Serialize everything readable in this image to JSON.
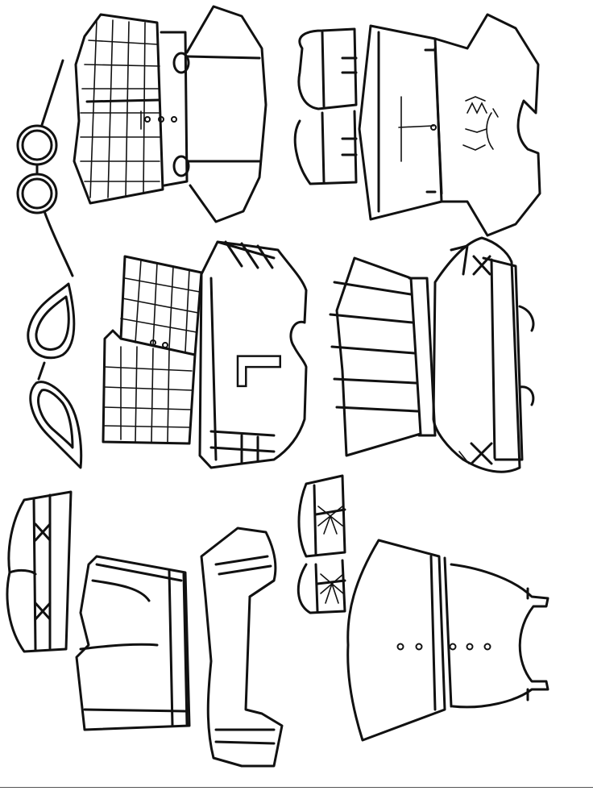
{
  "page": {
    "background": "#ffffff",
    "ink_color": "#111111"
  },
  "garments": [
    {
      "id": "glasses-round",
      "icon": "round-glasses-icon"
    },
    {
      "id": "plaid-dress",
      "icon": "plaid-dress-icon"
    },
    {
      "id": "kitty-tshirt",
      "icon": "cat-face-tshirt-icon"
    },
    {
      "id": "striped-socks",
      "icon": "ankle-socks-icon"
    },
    {
      "id": "glasses-cat-eye",
      "icon": "cat-eye-glasses-icon"
    },
    {
      "id": "plaid-skirt",
      "icon": "plaid-skirt-icon"
    },
    {
      "id": "letter-sweater",
      "icon": "letter-sweater-icon"
    },
    {
      "id": "pleated-skirt",
      "icon": "pleated-skirt-icon"
    },
    {
      "id": "knit-hat-cross",
      "icon": "knit-hat-icon"
    },
    {
      "id": "lace-socks",
      "icon": "lace-up-socks-icon"
    },
    {
      "id": "shorts",
      "icon": "shorts-icon"
    },
    {
      "id": "long-sleeve-top",
      "icon": "long-sleeve-top-icon"
    },
    {
      "id": "bow-socks",
      "icon": "bow-socks-icon"
    },
    {
      "id": "button-dress",
      "icon": "button-dress-icon"
    }
  ],
  "sweater_letter": "L"
}
